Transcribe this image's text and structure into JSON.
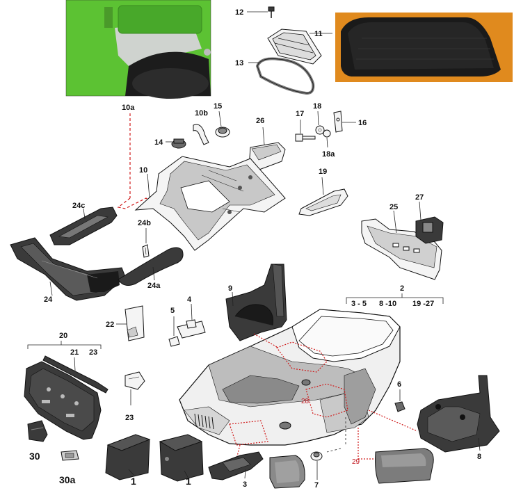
{
  "labels": {
    "p1a": "1",
    "p1b": "1",
    "p2": "2",
    "p3": "3",
    "p4": "4",
    "p5": "5",
    "p6": "6",
    "p7": "7",
    "p8": "8",
    "p9": "9",
    "p10": "10",
    "p10a": "10a",
    "p10b": "10b",
    "p11": "11",
    "p12": "12",
    "p13": "13",
    "p14": "14",
    "p15": "15",
    "p16": "16",
    "p17": "17",
    "p18": "18",
    "p18a": "18a",
    "p19": "19",
    "p20": "20",
    "p21": "21",
    "p22": "22",
    "p23a": "23",
    "p23b": "23",
    "p24": "24",
    "p24a": "24a",
    "p24b": "24b",
    "p24c": "24c",
    "p25": "25",
    "p27": "27",
    "p28": "28",
    "p29": "29",
    "p30": "30",
    "p30a": "30a",
    "p26": "26",
    "g2_a": "3 - 5",
    "g2_b": "8 -10",
    "g2_c": "19 -27"
  },
  "colors": {
    "photo_green": "#5cc233",
    "photo_orange": "#e08a1e",
    "callout_red": "#d01a1a"
  }
}
